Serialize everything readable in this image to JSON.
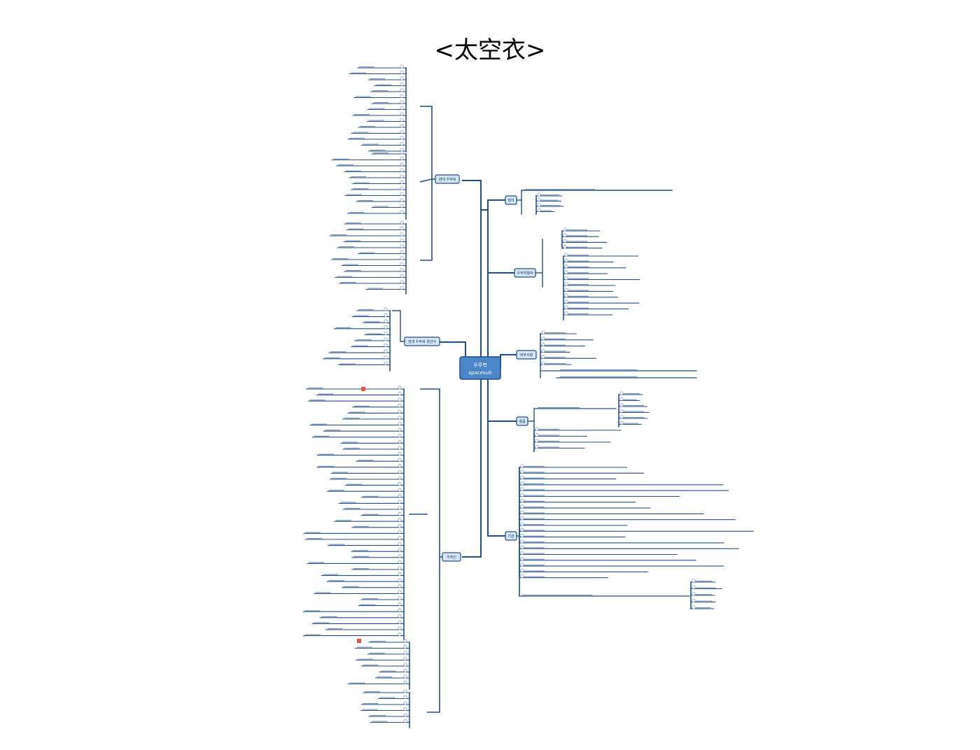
{
  "title": "<太空衣>",
  "colors": {
    "line": "#1f4f8f",
    "box_fill": "#d6e6f7",
    "box_stroke": "#1f4f8f",
    "center_fill": "#4a86c8",
    "badge": "#e8553f"
  },
  "center": {
    "line1": "우주복",
    "line2": "spacesuit"
  },
  "branches": [
    {
      "label": "현대 우주복"
    },
    {
      "label": "현대 우주복 생산사"
    },
    {
      "label": "우주인"
    },
    {
      "label": "정의"
    },
    {
      "label": "우주여행자"
    },
    {
      "label": "외부사항"
    },
    {
      "label": "용품"
    },
    {
      "label": "기관"
    }
  ]
}
